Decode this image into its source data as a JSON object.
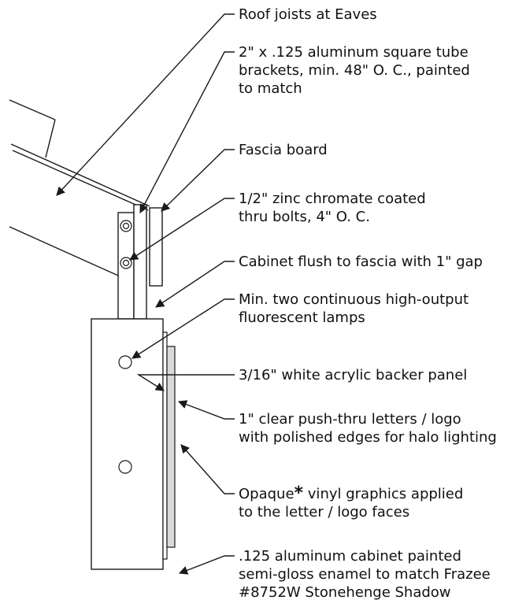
{
  "labels": {
    "roof_joists": [
      "Roof joists at Eaves"
    ],
    "brackets": [
      "2\" x .125 aluminum square tube",
      "brackets, min. 48\" O. C., painted",
      "to match"
    ],
    "fascia": [
      "Fascia board"
    ],
    "bolts": [
      "1/2\" zinc chromate coated",
      "thru bolts, 4\" O. C."
    ],
    "cabinet_gap": [
      "Cabinet flush to fascia with 1\" gap"
    ],
    "lamps": [
      "Min. two continuous high-output",
      "fluorescent lamps"
    ],
    "backer": [
      "3/16\" white acrylic backer panel"
    ],
    "letters": [
      "1\" clear push-thru letters / logo",
      "with polished edges for halo lighting"
    ],
    "vinyl": {
      "before": "Opaque",
      "star": "*",
      "after": " vinyl graphics applied",
      "line2": "to the letter / logo faces"
    },
    "cabinet": [
      ".125 aluminum cabinet painted",
      "semi-gloss enamel to match Frazee",
      "#8752W Stonehenge Shadow"
    ]
  },
  "colors": {
    "line": "#1a1a1a",
    "panel_fill": "#d9d9d9",
    "background": "#ffffff"
  }
}
